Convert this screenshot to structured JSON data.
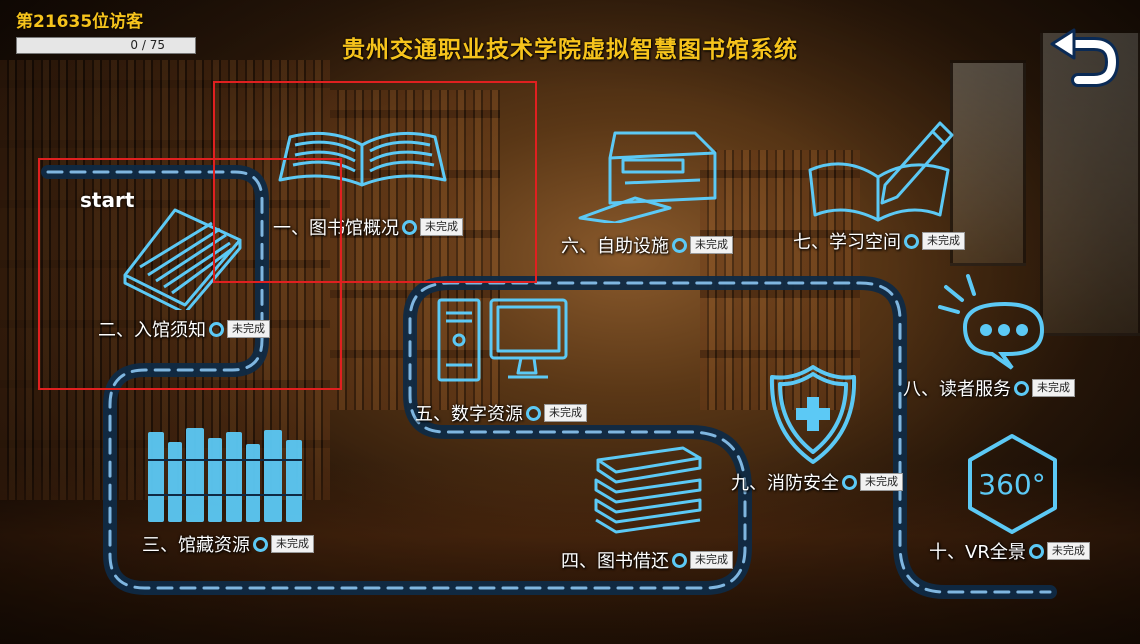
{
  "header": {
    "visitor_text": "第21635位访客",
    "progress_text": "0  /  75",
    "progress_value": 0,
    "progress_max": 75,
    "title": "贵州交通职业技术学院虚拟智慧图书馆系统"
  },
  "start_label": "start",
  "status_label": "未完成",
  "stations": [
    {
      "key": "overview",
      "label": "一、图书馆概况",
      "status": "未完成",
      "icon": "open-book-icon"
    },
    {
      "key": "rules",
      "label": "二、入馆须知",
      "status": "未完成",
      "icon": "closed-book-icon"
    },
    {
      "key": "collection",
      "label": "三、馆藏资源",
      "status": "未完成",
      "icon": "bookshelf-icon"
    },
    {
      "key": "borrow",
      "label": "四、图书借还",
      "status": "未完成",
      "icon": "book-stack-icon"
    },
    {
      "key": "digital",
      "label": "五、数字资源",
      "status": "未完成",
      "icon": "computer-icon"
    },
    {
      "key": "selfservice",
      "label": "六、自助设施",
      "status": "未完成",
      "icon": "printer-icon"
    },
    {
      "key": "study",
      "label": "七、学习空间",
      "status": "未完成",
      "icon": "book-pencil-icon"
    },
    {
      "key": "service",
      "label": "八、读者服务",
      "status": "未完成",
      "icon": "chat-bubble-icon"
    },
    {
      "key": "safety",
      "label": "九、消防安全",
      "status": "未完成",
      "icon": "shield-icon"
    },
    {
      "key": "vr",
      "label": "十、VR全景",
      "status": "未完成",
      "icon": "vr-360-icon"
    }
  ],
  "icons": {
    "vr_text": "360°"
  },
  "colors": {
    "title": "#f6c31c",
    "icon_stroke": "#5cc9f5",
    "road": "#0f2a44",
    "road_dash": "#7fb6e0",
    "highlight_box": "#e02020",
    "progress_fill": "#3fa8ff"
  }
}
